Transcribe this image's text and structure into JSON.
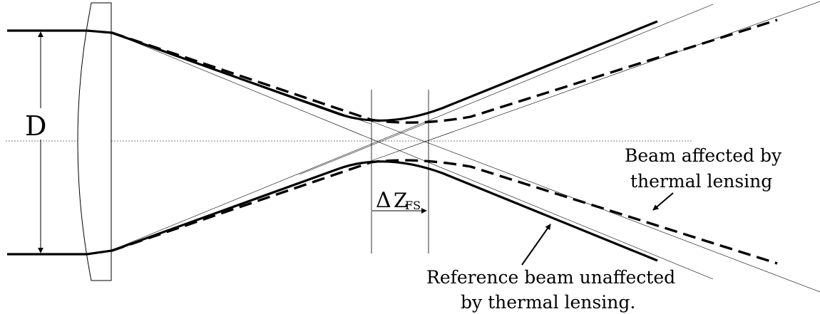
{
  "diagram": {
    "labels": {
      "diameter": "D",
      "delta_symbol": "Δ",
      "z_symbol": "Z",
      "z_subscript": "FS",
      "affected_line1": "Beam affected by",
      "affected_line2": "thermal lensing",
      "reference_line1": "Reference beam unaffected",
      "reference_line2": "by thermal lensing."
    },
    "colors": {
      "stroke": "#000000",
      "background": "#ffffff",
      "axis": "#7f7f7f"
    }
  }
}
